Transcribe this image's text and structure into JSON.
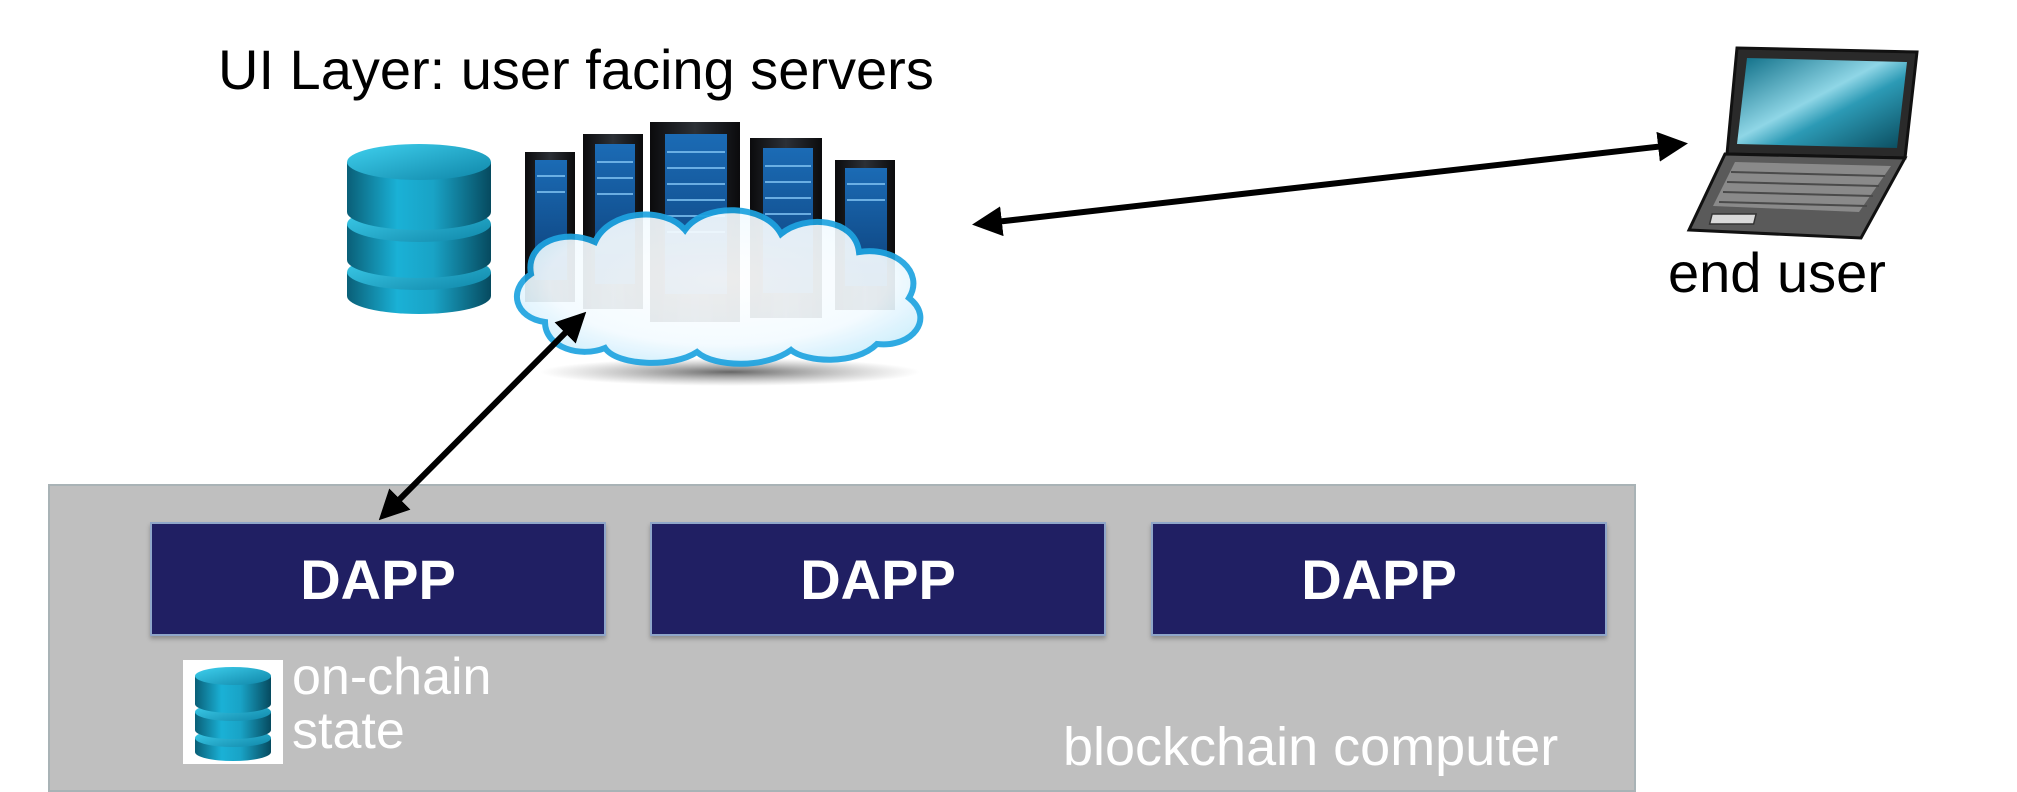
{
  "ui_layer": {
    "title": "UI Layer: user facing servers",
    "server_icon": "server-cloud-icon",
    "database_icon": "database-icon"
  },
  "end_user": {
    "label": "end user",
    "icon": "laptop-icon"
  },
  "blockchain": {
    "label": "blockchain computer",
    "dapps": [
      {
        "label": "DAPP"
      },
      {
        "label": "DAPP"
      },
      {
        "label": "DAPP"
      }
    ],
    "onchain_state": {
      "line1": "on-chain",
      "line2": "state",
      "icon": "database-icon"
    }
  },
  "colors": {
    "dapp_fill": "#201f63",
    "panel_fill": "#bfbfbf",
    "database_teal": "#1a9cc0",
    "arrow": "#000000"
  }
}
